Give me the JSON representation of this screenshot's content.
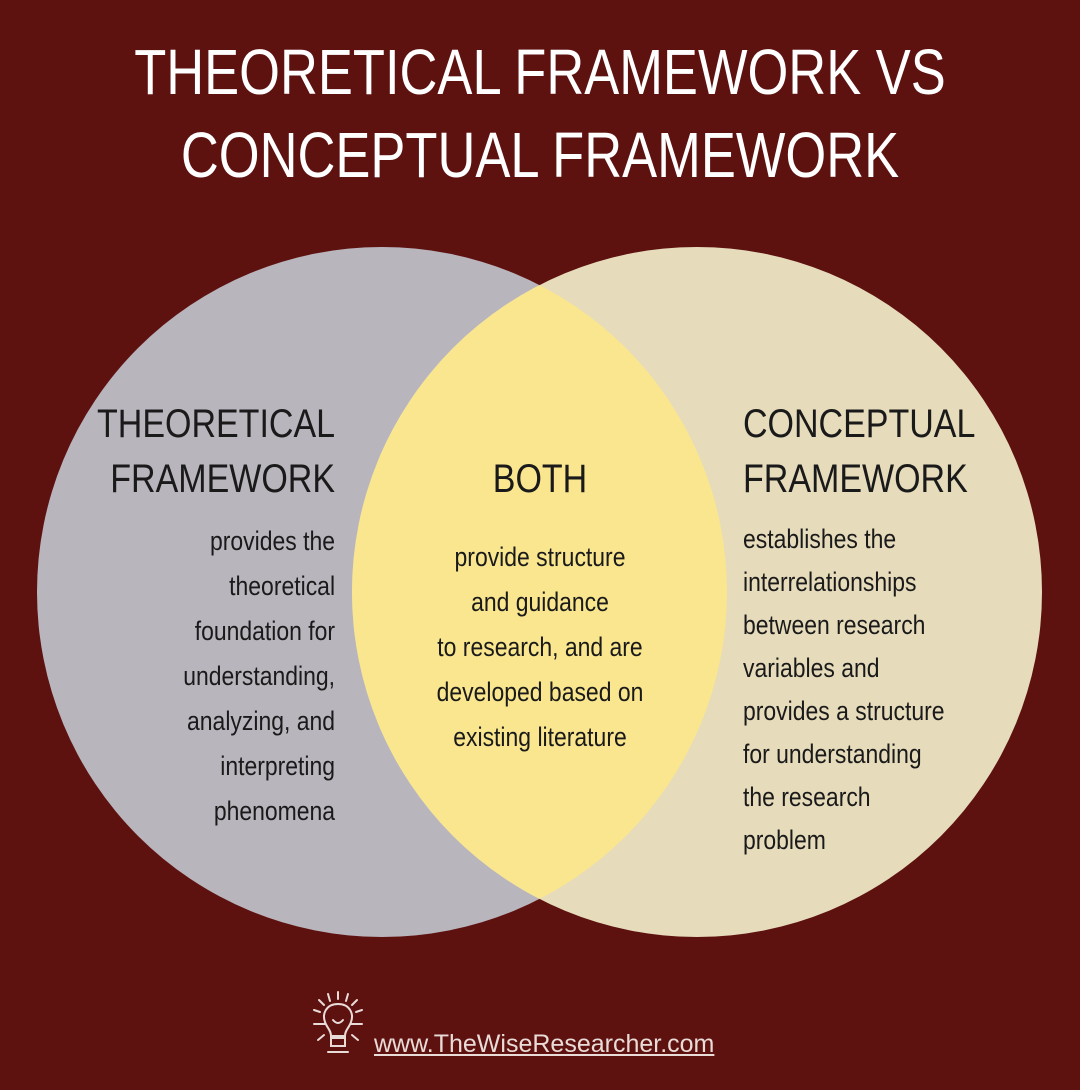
{
  "title": {
    "line1": "THEORETICAL FRAMEWORK VS",
    "line2": "CONCEPTUAL FRAMEWORK"
  },
  "left": {
    "heading": [
      "THEORETICAL",
      "FRAMEWORK"
    ],
    "body": [
      "provides the",
      "theoretical",
      "foundation for",
      "understanding,",
      "analyzing, and",
      "interpreting",
      "phenomena"
    ]
  },
  "middle": {
    "heading": "BOTH",
    "body": [
      "provide structure",
      "and guidance",
      "to research, and are",
      "developed based on",
      "existing literature"
    ]
  },
  "right": {
    "heading": [
      "CONCEPTUAL",
      "FRAMEWORK"
    ],
    "body": [
      "establishes the",
      "interrelationships",
      "between research",
      "variables and",
      "provides a structure",
      "for understanding",
      "the research",
      "problem"
    ]
  },
  "footer": {
    "url": "www.TheWiseResearcher.com",
    "logo_icon": "lightbulb-mascot-icon"
  },
  "colors": {
    "background": "#5e1210",
    "left_circle": "#b9b5bd",
    "right_circle": "#e6dbbb",
    "overlap": "#f9e68f"
  }
}
